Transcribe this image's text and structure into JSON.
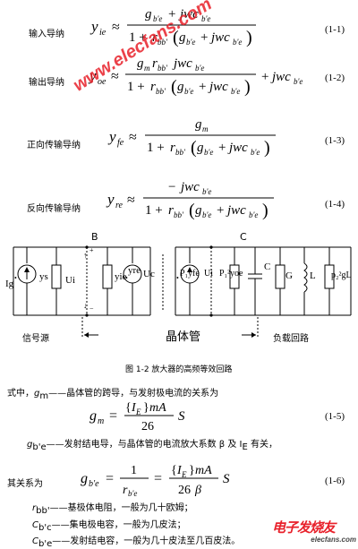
{
  "equations": {
    "eq1": {
      "label": "输入导纳",
      "num": "(1-1)",
      "lhs_var": "y",
      "lhs_sub": "ie",
      "numerator": "g_{b'e} + jwc_{b'e}",
      "denominator": "1 + r_{bb'} (g_{b'e} + jwc_{b'e})"
    },
    "eq2": {
      "label": "输出导纳",
      "num": "(1-2)",
      "lhs_var": "y",
      "lhs_sub": "oe",
      "numerator": "g_m r_{bb'} jwc_{b'e}",
      "denominator": "1 + r_{bb'} (g_{b'e} + jwc_{b'e})",
      "tail": "+ jwc_{b'e}"
    },
    "eq3": {
      "label": "正向传输导纳",
      "num": "(1-3)",
      "lhs_var": "y",
      "lhs_sub": "fe",
      "numerator": "g_m",
      "denominator": "1 + r_{bb'} (g_{b'e} + jwc_{b'e})"
    },
    "eq4": {
      "label": "反向传输导纳",
      "num": "(1-4)",
      "lhs_var": "y",
      "lhs_sub": "re",
      "numerator": "− jwc_{b'e}",
      "denominator": "1 + r_{bb'} (g_{b'e} + jwc_{b'e})"
    },
    "eq5": {
      "num": "(1-5)",
      "lhs": "g_m =",
      "numerator": "{I_E}mA",
      "denominator": "26",
      "unit": "S"
    },
    "eq6": {
      "num": "(1-6)",
      "lhs": "g_{b'e} =",
      "frac1_num": "1",
      "frac1_den": "r_{b'e}",
      "frac2_num": "{I_E}mA",
      "frac2_den": "26 β",
      "unit": "S"
    }
  },
  "figure": {
    "caption": "图 1-2   放大器的高频等效回路",
    "label_B": "B",
    "label_C": "C",
    "label_Ig": "Ig",
    "label_ys": "ys",
    "label_Ui": "Ui",
    "label_yie": "yie",
    "label_yre": "yre",
    "label_Uc": "Uc",
    "label_P1yfe": "P₁yfe",
    "label_Ui2": "Ui",
    "label_P1yoe": "P₁²yoe",
    "label_Cap": "C",
    "label_G": "G",
    "label_L": "L",
    "label_p2gL": "p₂²gL",
    "source_loop": "信号源",
    "transistor": "晶体管",
    "load_loop": "负载回路",
    "arrow_left": "←",
    "arrow_right": "→"
  },
  "text": {
    "line1_prefix": "式中，",
    "line1_sym": "g",
    "line1_sub": "m",
    "line1_body": "——晶体管的跨导，与发射极电流的关系为",
    "line2_sym": "g",
    "line2_sub": "b'e",
    "line2_body": "——发射结电导，与晶体管的电流放大系数 β 及 I",
    "line2_sub2": "E",
    "line2_tail": " 有关，",
    "line3": "其关系为",
    "def1_sym": "r",
    "def1_sub": "bb'",
    "def1_body": "——基极体电阻，一般为几十欧姆；",
    "def2_sym": "C",
    "def2_sub": "b'c",
    "def2_body": "——集电极电容，一般为几皮法；",
    "def3_sym": "C",
    "def3_sub": "b'e",
    "def3_body": "——发射结电容，一般为几十皮法至几百皮法。"
  },
  "watermarks": {
    "diagonal": "www.elecfans.com",
    "logo": "电子发烧友",
    "logo_url": "elecfans.com"
  },
  "colors": {
    "watermark_red": "#e8202a",
    "ink": "#000000"
  }
}
